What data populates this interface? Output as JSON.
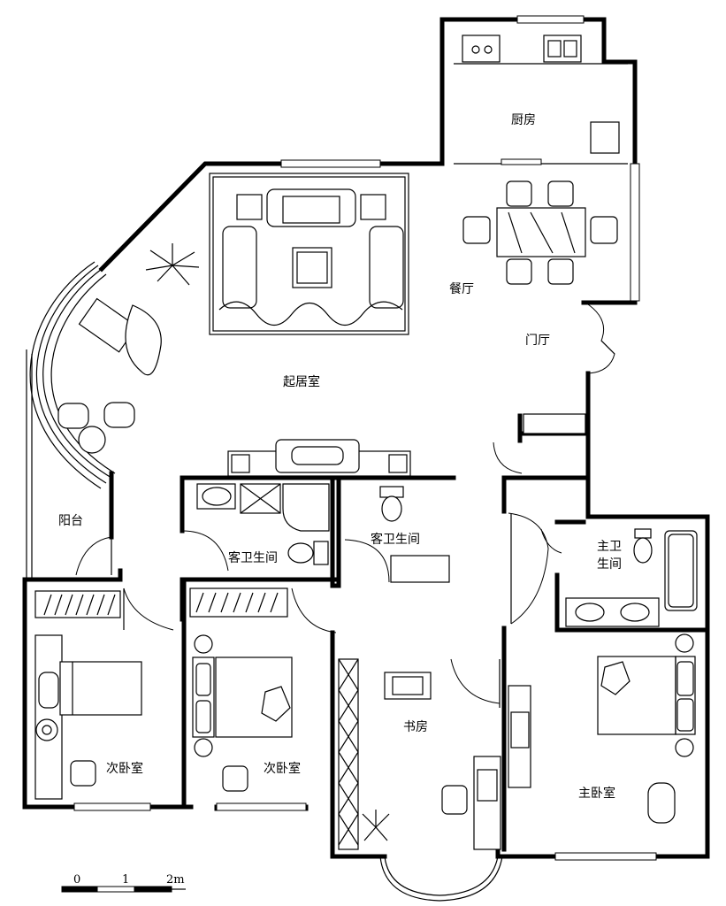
{
  "rooms": {
    "kitchen": "厨房",
    "dining": "餐厅",
    "foyer": "门厅",
    "living": "起居室",
    "balcony": "阳台",
    "guest_bath_1": "客卫生间",
    "guest_bath_2": "客卫生间",
    "master_bath_line1": "主卫",
    "master_bath_line2": "生间",
    "bedroom_1": "次卧室",
    "bedroom_2": "次卧室",
    "study": "书房",
    "master_bedroom": "主卧室"
  },
  "scale_bar": {
    "tick_0": "0",
    "tick_1": "1",
    "tick_2": "2m"
  },
  "colors": {
    "line": "#000000",
    "background": "#ffffff"
  }
}
